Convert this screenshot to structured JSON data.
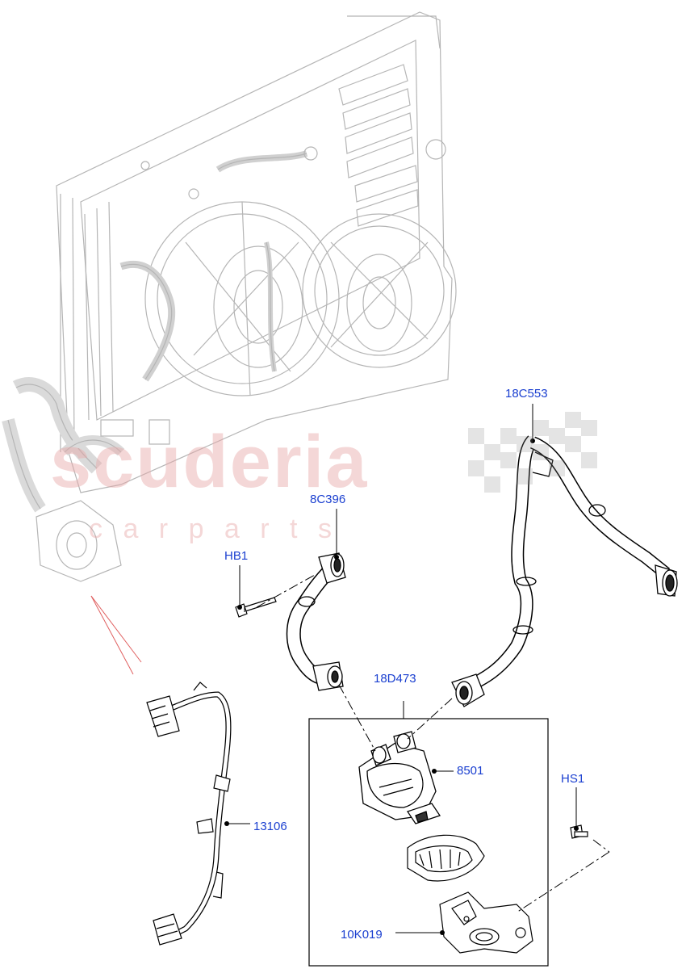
{
  "watermark": {
    "brand": "scuderia",
    "tagline": "c a r   p a r t s"
  },
  "callouts": [
    {
      "id": "18C553",
      "label": "18C553"
    },
    {
      "id": "8C396",
      "label": "8C396"
    },
    {
      "id": "HB1",
      "label": "HB1"
    },
    {
      "id": "18D473",
      "label": "18D473"
    },
    {
      "id": "8501",
      "label": "8501"
    },
    {
      "id": "HS1",
      "label": "HS1"
    },
    {
      "id": "13106",
      "label": "13106"
    },
    {
      "id": "10K019",
      "label": "10K019"
    }
  ],
  "colors": {
    "label": "#1a3fd0",
    "line": "#000000",
    "ghost": "#b8b8b8",
    "watermark": "#e8a8a8"
  }
}
